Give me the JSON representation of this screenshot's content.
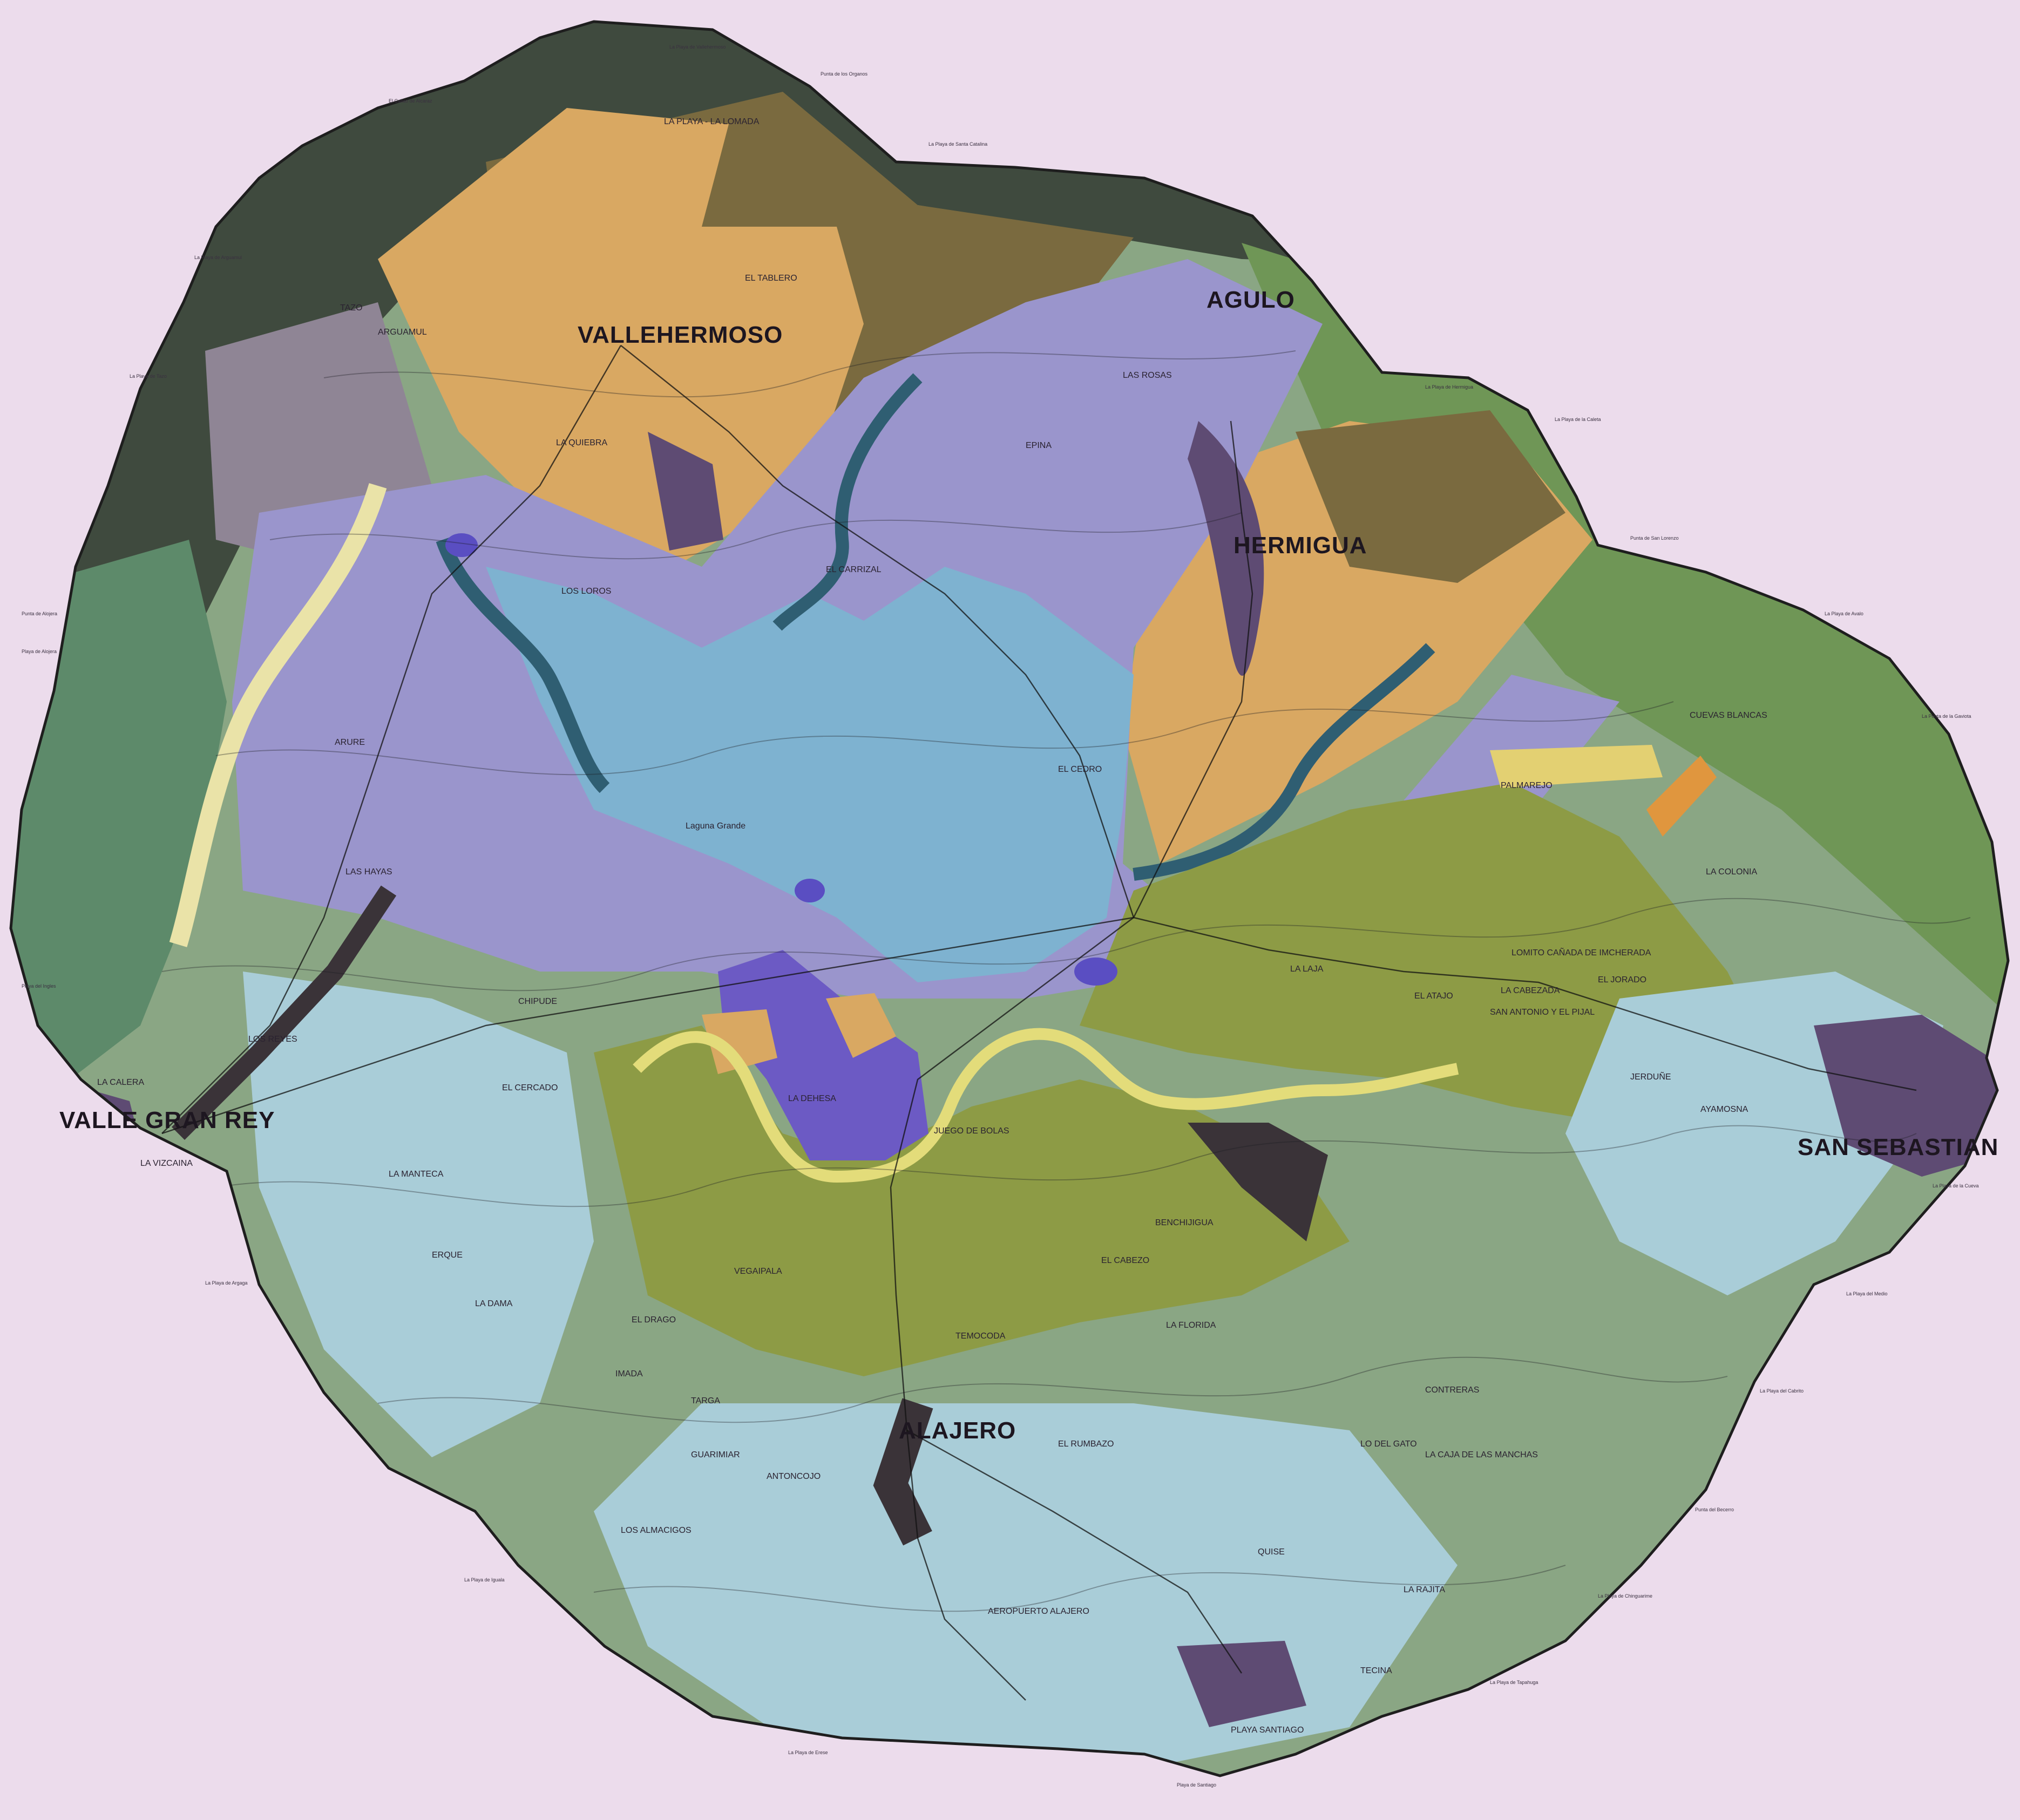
{
  "map": {
    "colors": {
      "background": "#ecdcec",
      "coast_dark_green": "#5d8a6a",
      "north_dark": "#3f4a3e",
      "brown_olive": "#7a6a3f",
      "orange_tan": "#d9a862",
      "lavender": "#9a95cc",
      "light_blue": "#7eb2d0",
      "dark_teal": "#2f5e72",
      "olive_green": "#8d9b45",
      "sage_green": "#8aa684",
      "pale_blue": "#a9cdd8",
      "purple": "#5e4b73",
      "violet": "#6c5ac4",
      "yellow": "#e3dc7a",
      "grey_mauve": "#8f8595",
      "dark_brown": "#3a3338"
    },
    "towns": [
      {
        "id": "vallehermoso",
        "label": "VALLEHERMOSO"
      },
      {
        "id": "agulo",
        "label": "AGULO"
      },
      {
        "id": "hermigua",
        "label": "HERMIGUA"
      },
      {
        "id": "san-sebastian",
        "label": "SAN SEBASTIAN"
      },
      {
        "id": "alajero",
        "label": "ALAJERO"
      },
      {
        "id": "valle-gran-rey",
        "label": "VALLE GRAN REY"
      }
    ],
    "villages": [
      {
        "id": "la-playa-la-lomada",
        "label": "LA PLAYA - LA LOMADA"
      },
      {
        "id": "tazo",
        "label": "TAZO"
      },
      {
        "id": "arguamul",
        "label": "ARGUAMUL"
      },
      {
        "id": "el-carrizal",
        "label": "EL CARRIZAL"
      },
      {
        "id": "los-loros",
        "label": "LOS LOROS"
      },
      {
        "id": "la-quiebra",
        "label": "LA QUIEBRA"
      },
      {
        "id": "el-tablero",
        "label": "EL TABLERO"
      },
      {
        "id": "epina",
        "label": "EPINA"
      },
      {
        "id": "las-rosas",
        "label": "LAS ROSAS"
      },
      {
        "id": "el-cedro",
        "label": "EL CEDRO"
      },
      {
        "id": "laguna-grande",
        "label": "Laguna Grande"
      },
      {
        "id": "las-hayas",
        "label": "LAS HAYAS"
      },
      {
        "id": "arure",
        "label": "ARURE"
      },
      {
        "id": "chipude",
        "label": "CHIPUDE"
      },
      {
        "id": "el-cercado",
        "label": "EL CERCADO"
      },
      {
        "id": "la-dama",
        "label": "LA DAMA"
      },
      {
        "id": "imada",
        "label": "IMADA"
      },
      {
        "id": "targa",
        "label": "TARGA"
      },
      {
        "id": "antoncojo",
        "label": "ANTONCOJO"
      },
      {
        "id": "los-almacigos",
        "label": "LOS ALMACIGOS"
      },
      {
        "id": "playa-santiago",
        "label": "PLAYA SANTIAGO"
      },
      {
        "id": "tecina",
        "label": "TECINA"
      },
      {
        "id": "la-laja",
        "label": "LA LAJA"
      },
      {
        "id": "el-atajo",
        "label": "EL ATAJO"
      },
      {
        "id": "jerduñe",
        "label": "JERDUÑE"
      },
      {
        "id": "ayamosna",
        "label": "AYAMOSNA"
      },
      {
        "id": "la-cabezada",
        "label": "LA CABEZADA"
      },
      {
        "id": "lomito-canada",
        "label": "LOMITO CAÑADA DE IMCHERADA"
      },
      {
        "id": "san-antonio",
        "label": "SAN ANTONIO Y EL PIJAL"
      },
      {
        "id": "el-jorado",
        "label": "EL JORADO"
      },
      {
        "id": "cuevas-blancas",
        "label": "CUEVAS BLANCAS"
      },
      {
        "id": "la-colonia",
        "label": "LA COLONIA"
      },
      {
        "id": "palmarejo",
        "label": "PALMAREJO"
      },
      {
        "id": "la-calera",
        "label": "LA CALERA"
      },
      {
        "id": "los-reyes",
        "label": "LOS REYES"
      },
      {
        "id": "la-vizcaina",
        "label": "LA VIZCAINA"
      },
      {
        "id": "erque",
        "label": "ERQUE"
      },
      {
        "id": "la-manteca",
        "label": "LA MANTECA"
      },
      {
        "id": "el-rumbazo",
        "label": "EL RUMBAZO"
      },
      {
        "id": "temocoda",
        "label": "TEMOCODA"
      },
      {
        "id": "guarimiar",
        "label": "GUARIMIAR"
      },
      {
        "id": "el-drago",
        "label": "EL DRAGO"
      },
      {
        "id": "la-rajita",
        "label": "LA RAJITA"
      },
      {
        "id": "quise",
        "label": "QUISE"
      },
      {
        "id": "la-dehesa",
        "label": "LA DEHESA"
      },
      {
        "id": "juego-de-bolas",
        "label": "JUEGO DE BOLAS"
      },
      {
        "id": "vegaipala",
        "label": "VEGAIPALA"
      },
      {
        "id": "la-florida",
        "label": "LA FLORIDA"
      },
      {
        "id": "benchijigua",
        "label": "BENCHIJIGUA"
      },
      {
        "id": "lo-del-gato",
        "label": "LO DEL GATO"
      },
      {
        "id": "la-caja-de-las-manchas",
        "label": "LA CAJA DE LAS MANCHAS"
      },
      {
        "id": "contreras",
        "label": "CONTRERAS"
      },
      {
        "id": "el-cabezo",
        "label": "EL CABEZO"
      },
      {
        "id": "aeropuerto",
        "label": "AEROPUERTO ALAJERO"
      }
    ],
    "coastal_labels": [
      {
        "id": "c1",
        "label": "El Callao de Alcaraz"
      },
      {
        "id": "c2",
        "label": "La Playa de Vallehermoso"
      },
      {
        "id": "c3",
        "label": "Punta de Alojera"
      },
      {
        "id": "c4",
        "label": "Playa de Alojera"
      },
      {
        "id": "c5",
        "label": "La Playa de Santa Catalina"
      },
      {
        "id": "c6",
        "label": "La Playa de Hermigua"
      },
      {
        "id": "c7",
        "label": "La Playa de la Caleta"
      },
      {
        "id": "c8",
        "label": "Punta de San Lorenzo"
      },
      {
        "id": "c9",
        "label": "La Playa de Avalo"
      },
      {
        "id": "c10",
        "label": "La Punta de la Gaviota"
      },
      {
        "id": "c11",
        "label": "Punta de los Organos"
      },
      {
        "id": "c12",
        "label": "La Playa de la Cueva"
      },
      {
        "id": "c13",
        "label": "La Playa del Medio"
      },
      {
        "id": "c14",
        "label": "La Playa del Cabrito"
      },
      {
        "id": "c15",
        "label": "Punta del Becerro"
      },
      {
        "id": "c16",
        "label": "La Playa de Chinguarime"
      },
      {
        "id": "c17",
        "label": "La Playa de Tapahuga"
      },
      {
        "id": "c18",
        "label": "Playa de Santiago"
      },
      {
        "id": "c19",
        "label": "La Playa de Erese"
      },
      {
        "id": "c20",
        "label": "La Playa de Iguala"
      },
      {
        "id": "c21",
        "label": "La Playa de Argaga"
      },
      {
        "id": "c22",
        "label": "Playa del Ingles"
      },
      {
        "id": "c23",
        "label": "La Playa de Arguamul"
      },
      {
        "id": "c24",
        "label": "La Playa de Tazo"
      }
    ]
  }
}
